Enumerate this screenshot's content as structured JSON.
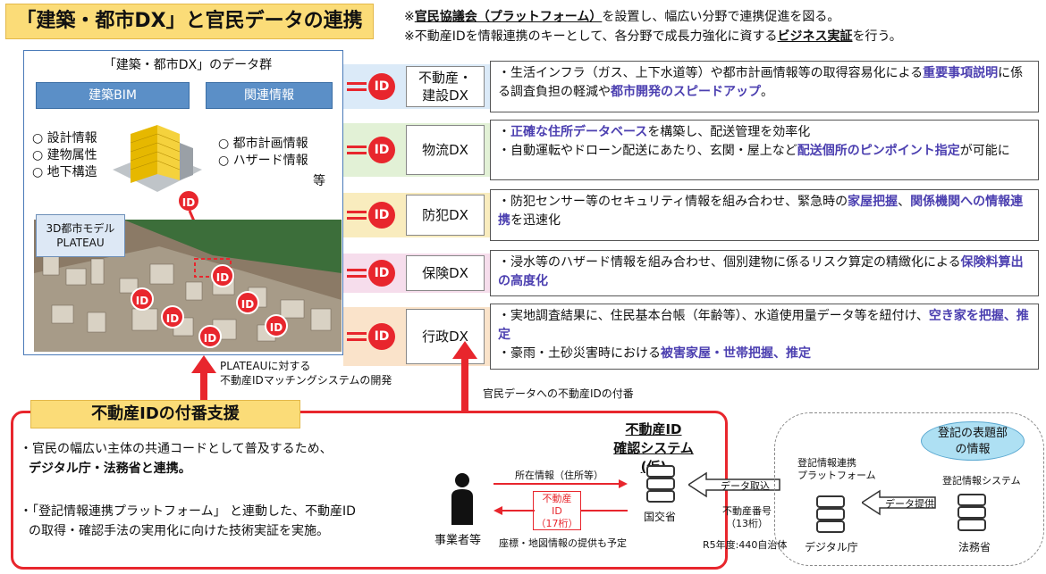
{
  "header": {
    "title": "「建築・都市DX」と官民データの連携",
    "note1_prefix": "※",
    "note1_bold": "官民協議会（プラットフォーム）",
    "note1_rest": "を設置し、幅広い分野で連携促進を図る。",
    "note2_prefix": "※不動産IDを情報連携のキーとして、各分野で成長力強化に資する",
    "note2_bold": "ビジネス実証",
    "note2_rest": "を行う。"
  },
  "dataset": {
    "title": "「建築・都市DX」のデータ群",
    "btn_bim": "建築BIM",
    "btn_related": "関連情報",
    "left_items": [
      "○ 設計情報",
      "○ 建物属性",
      "○ 地下構造"
    ],
    "right_items": [
      "○ 都市計画情報",
      "○ ハザード情報"
    ],
    "etc": "等",
    "plateau_line1": "3D都市モデル",
    "plateau_line2": "PLATEAU",
    "id_text": "ID"
  },
  "dx_rows": [
    {
      "label_line1": "不動産・",
      "label_line2": "建設DX",
      "color": "#cfe3f5",
      "segments": [
        [
          "・生活インフラ（ガス、上下水道等）や都市計画情報等の取得容易化による",
          ""
        ],
        [
          "重要事項説明",
          "hl"
        ],
        [
          "に係る調査負担の軽減や",
          ""
        ],
        [
          "都市開発のスピードアップ",
          "hl"
        ],
        [
          "。",
          ""
        ]
      ]
    },
    {
      "label_line1": "物流DX",
      "label_line2": "",
      "color": "#d8ecc8",
      "segments": [
        [
          "・",
          ""
        ],
        [
          "正確な住所データベース",
          "hl"
        ],
        [
          "を構築し、配送管理を効率化",
          ""
        ],
        [
          "\n",
          ""
        ],
        [
          "・自動運転やドローン配送にあたり、玄関・屋上など",
          ""
        ],
        [
          "配送個所のピンポイント指定",
          "hl"
        ],
        [
          "が可能に",
          ""
        ]
      ]
    },
    {
      "label_line1": "防犯DX",
      "label_line2": "",
      "color": "#f7e6a8",
      "segments": [
        [
          "・防犯センサー等のセキュリティ情報を組み合わせ、緊急時の",
          ""
        ],
        [
          "家屋把握",
          "hl"
        ],
        [
          "、",
          ""
        ],
        [
          "関係機関への情報連携",
          "hl"
        ],
        [
          "を迅速化",
          ""
        ]
      ]
    },
    {
      "label_line1": "保険DX",
      "label_line2": "",
      "color": "#f3d2e6",
      "segments": [
        [
          "・浸水等のハザード情報を組み合わせ、個別建物に係るリスク算定の精緻化による",
          ""
        ],
        [
          "保険料算出の高度化",
          "hl"
        ]
      ]
    },
    {
      "label_line1": "行政DX",
      "label_line2": "",
      "color": "#f8d9b8",
      "segments": [
        [
          "・実地調査結果に、住民基本台帳（年齢等）、水道使用量データ等を紐付け、",
          ""
        ],
        [
          "空き家を把握、推定",
          "hl"
        ],
        [
          "\n",
          ""
        ],
        [
          "・豪雨・土砂災害時における",
          ""
        ],
        [
          "被害家屋・世帯把握、推定",
          "hl"
        ]
      ]
    }
  ],
  "arrows": {
    "left_caption_1": "PLATEAUに対する",
    "left_caption_2": "不動産IDマッチングシステムの開発",
    "right_caption": "官民データへの不動産IDの付番"
  },
  "support": {
    "title": "不動産IDの付番支援",
    "bullet1_a": "・官民の幅広い主体の共通コードとして普及するため、",
    "bullet1_b": "デジタル庁・法務省と連携。",
    "bullet2_a": "・「登記情報連携プラットフォーム」 と連動した、不動産ID",
    "bullet2_b": "の取得・確認手法の実用化に向けた技術実証を実施。",
    "system_title_1": "不動産ID",
    "system_title_2": "確認システム(仮)",
    "business": "事業者等",
    "addr_info": "所在情報（住所等）",
    "id_box_1": "不動産",
    "id_box_2": "ID",
    "id_box_3": "（17桁）",
    "coord_note": "座標・地図情報の提供も予定",
    "mlit": "国交省",
    "data_import": "データ取込",
    "realestate_no_1": "不動産番号",
    "realestate_no_2": "（13桁）",
    "r5": "R5年度:440自治体",
    "platform_1": "登記情報連携",
    "platform_2": "プラットフォーム",
    "digital": "デジタル庁",
    "data_provide": "データ提供",
    "cloud_1": "登記の表題部",
    "cloud_2": "の情報",
    "reg_system": "登記情報システム",
    "moj": "法務省"
  }
}
